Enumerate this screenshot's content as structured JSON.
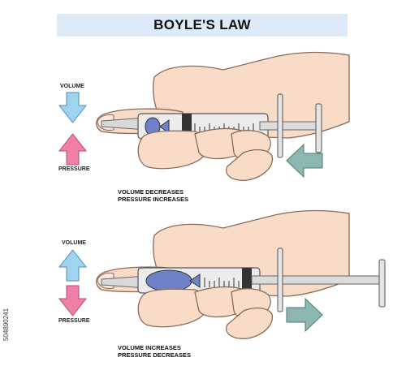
{
  "title": "BOYLE'S LAW",
  "panels": [
    {
      "volume_label": "VOLUME",
      "pressure_label": "PRESSURE",
      "caption_line1": "VOLUME DECREASES",
      "caption_line2": "PRESSURE INCREASES",
      "volume_arrow": "down",
      "pressure_arrow": "up",
      "plunger_arrow": "left"
    },
    {
      "volume_label": "VOLUME",
      "pressure_label": "PRESSURE",
      "caption_line1": "VOLUME INCREASES",
      "caption_line2": "PRESSURE DECREASES",
      "volume_arrow": "up",
      "pressure_arrow": "down",
      "plunger_arrow": "right"
    }
  ],
  "side_text": "504890241",
  "colors": {
    "title_bg": "#dcebf7",
    "volume_arrow": "#9fd3ef",
    "pressure_arrow": "#f07fa7",
    "plunger_arrow": "#8bb7b0",
    "skin": "#f8dcc8",
    "gas": "#6f82c9"
  }
}
